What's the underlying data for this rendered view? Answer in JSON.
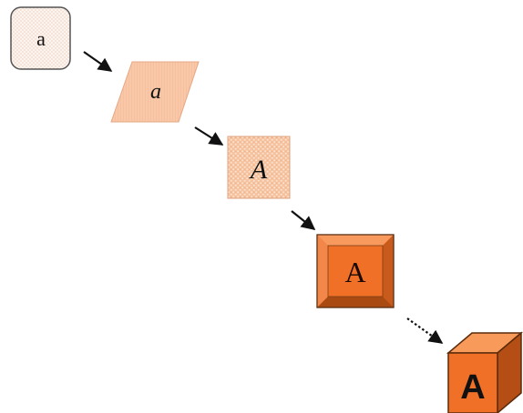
{
  "diagram": {
    "stages": [
      {
        "id": "rounded-square",
        "label": "a",
        "style": "plain lowercase"
      },
      {
        "id": "parallelogram",
        "label": "a",
        "style": "italic lowercase"
      },
      {
        "id": "textured-square",
        "label": "A",
        "style": "italic uppercase"
      },
      {
        "id": "bevel-button",
        "label": "A",
        "style": "uppercase"
      },
      {
        "id": "cube",
        "label": "A",
        "style": "bold sans uppercase"
      }
    ],
    "arrows": [
      {
        "from": "rounded-square",
        "to": "parallelogram",
        "line": "solid"
      },
      {
        "from": "parallelogram",
        "to": "textured-square",
        "line": "solid"
      },
      {
        "from": "textured-square",
        "to": "bevel-button",
        "line": "solid"
      },
      {
        "from": "bevel-button",
        "to": "cube",
        "line": "dotted"
      }
    ],
    "colors": {
      "stage1_fill": "#fcf4ef",
      "stage2_fill": "#f8c8a8",
      "stage3_fill": "#f6c29e",
      "orange": "#f07028",
      "orange_light": "#f79a5a",
      "orange_dark": "#b44e14",
      "outline": "#6a3a1a",
      "arrow": "#111111"
    }
  }
}
